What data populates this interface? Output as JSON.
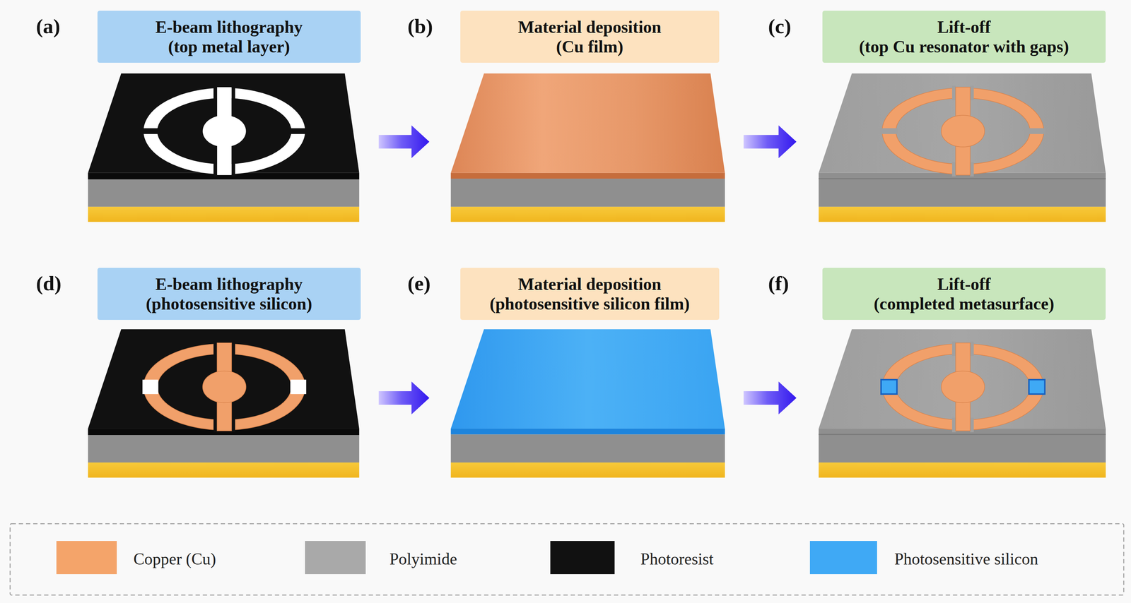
{
  "diagram": {
    "nodes": [
      {
        "text": [
          "E-beam lithography (top metal layer)"
        ]
      },
      {
        "text": [
          "Material deposition (Cu film)"
        ]
      },
      {
        "text": [
          "Lift-off (top Cu resonator with gaps)"
        ]
      },
      {
        "text": [
          "E-beam lithography (photosensitive silicon)"
        ]
      },
      {
        "text": [
          "Material deposition (photosensitive silicon film)"
        ]
      },
      {
        "text": [
          "Lift-off (completed metasurface)"
        ]
      }
    ],
    "edges": [
      {
        "from": 0,
        "to": 1,
        "arrow": "to"
      },
      {
        "from": 1,
        "to": 2,
        "arrow": "to"
      },
      {
        "from": 3,
        "to": 4,
        "arrow": "to"
      },
      {
        "from": 4,
        "to": 5,
        "arrow": "to"
      }
    ],
    "labels": [
      "(a)",
      "(b)",
      "(c)",
      "(d)",
      "(e)",
      "(f)"
    ],
    "legend": [
      {
        "text": "Copper (Cu)",
        "color": "#f4a46a"
      },
      {
        "text": "Polyimide",
        "color": "#a9a9a9"
      },
      {
        "text": "Photoresist",
        "color": "#111111"
      },
      {
        "text": "Photosensitive silicon",
        "color": "#3fa9f5"
      }
    ]
  }
}
